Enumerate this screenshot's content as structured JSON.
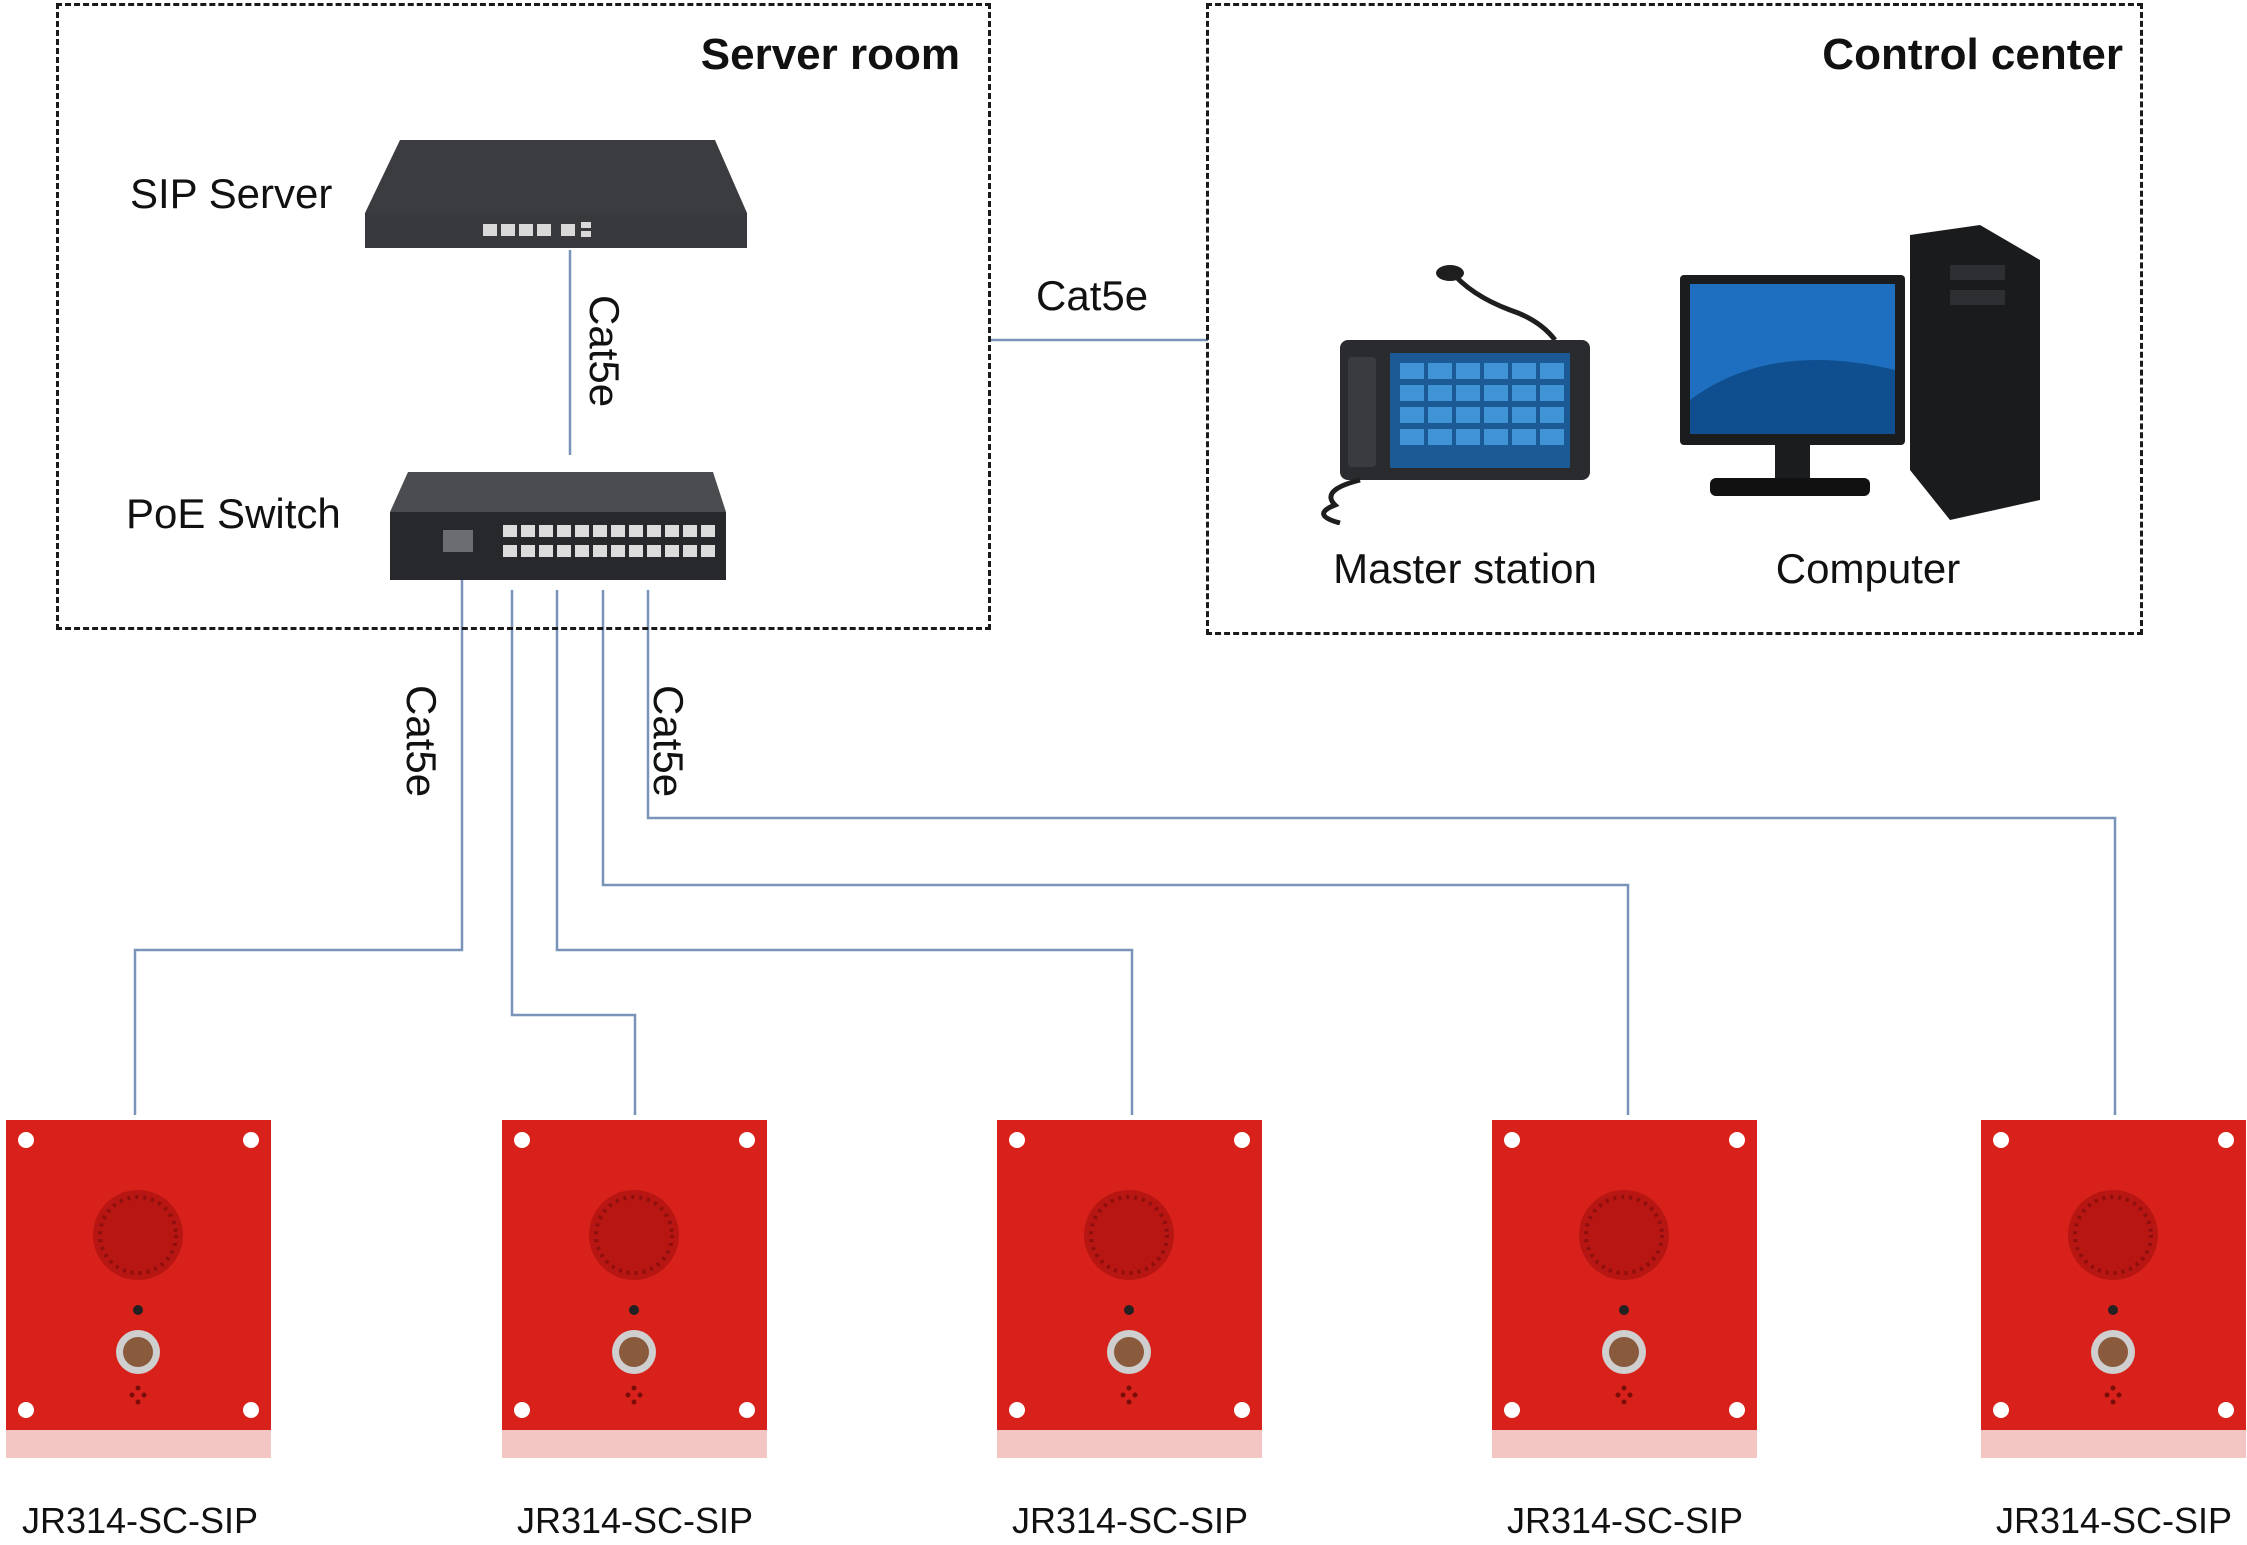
{
  "server_room": {
    "title": "Server room",
    "sip_server_label": "SIP Server",
    "poe_switch_label": "PoE Switch",
    "uplink_cable": "Cat5e"
  },
  "link_cable": "Cat5e",
  "control_center": {
    "title": "Control center",
    "master_station_label": "Master station",
    "computer_label": "Computer"
  },
  "drop_cables": {
    "left": "Cat5e",
    "right": "Cat5e"
  },
  "intercoms": [
    {
      "model": "JR314-SC-SIP"
    },
    {
      "model": "JR314-SC-SIP"
    },
    {
      "model": "JR314-SC-SIP"
    },
    {
      "model": "JR314-SC-SIP"
    },
    {
      "model": "JR314-SC-SIP"
    }
  ],
  "colors": {
    "wire": "#7a93b8",
    "intercom_red": "#d8211b",
    "device_dark": "#2b2d31"
  }
}
